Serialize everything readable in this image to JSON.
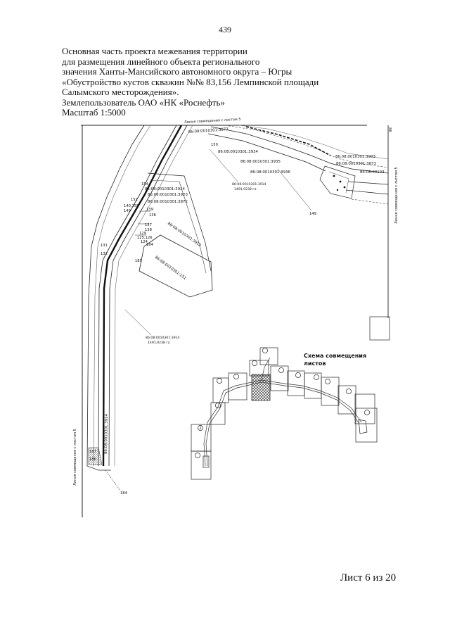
{
  "page_number": "439",
  "header": {
    "line1": "Основная часть проекта межевания территории",
    "line2": "для размещения линейного объекта регионального",
    "line3": "значения Ханты-Мансийского автономного округа – Югры",
    "line4": "«Обустройство кустов скважин №№ 83,156 Лемпинской площади",
    "line5": "Салымского месторождения».",
    "line6": "Землепользователь ОАО «НК «Роснефть»",
    "line7": "Масштаб 1:5000"
  },
  "map": {
    "sheet_join_label": "Линия совмещения с листом 5",
    "parcel_3873": "86:08:0010301:3873",
    "parcel_3934": "86:08:0010301:3934",
    "parcel_3935": "86:08:0010301:3935",
    "parcel_3936": "86:08:0010301:3936",
    "parcel_3903": "86:08:0010301:3903",
    "parcel_3924": "86:08:0010301:3924",
    "parcel_3923": "86:08:0010301:3923",
    "parcel_3872": "86:08:0010301:3872",
    "parcel_3914": "86:08:0010301:3914",
    "parcel_3912": "86:08:0010301:3912",
    "parcel_151": "86:08:0010301:151",
    "parcel_cut": "86:08:00103",
    "parcel_edge": "86",
    "area_3914": "1491,9238 га",
    "points": {
      "p150": "150",
      "p149": "149",
      "p154": "154",
      "p152": "152",
      "p140_155": "140,155",
      "p139": "139",
      "p136": "136",
      "p137": "137",
      "p138": "138",
      "p129": "129",
      "p125_126": "125,126",
      "p124": "124",
      "p184": "184",
      "p131": "131",
      "p132": "132",
      "p185": "185",
      "p187": "187",
      "p186": "186"
    },
    "colors": {
      "ink": "#111111",
      "secondary": "#666666"
    }
  },
  "scheme": {
    "title_line1": "Схема совмещения",
    "title_line2": "листов",
    "sheet_2": "2"
  },
  "footer": {
    "sheet_label": "Лист 6 из 20"
  }
}
